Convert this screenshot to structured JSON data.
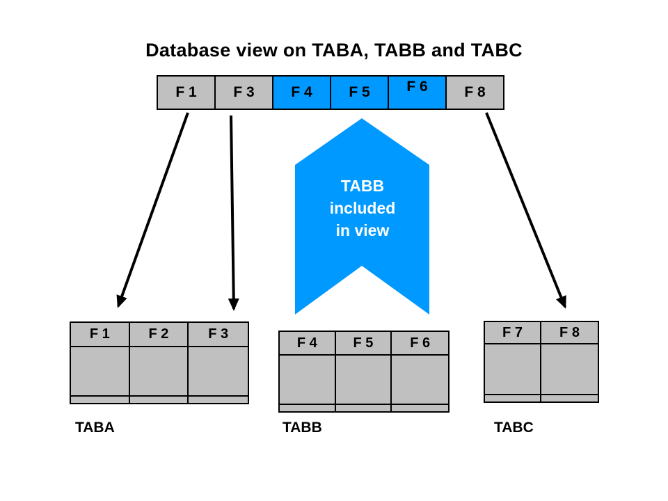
{
  "title": "Database view on TABA, TABB and TABC",
  "view_row": {
    "cells": [
      {
        "label": "F 1",
        "highlighted": false
      },
      {
        "label": "F 3",
        "highlighted": false
      },
      {
        "label": "F 4",
        "highlighted": true
      },
      {
        "label": "F 5",
        "highlighted": true
      },
      {
        "label": "F 6",
        "highlighted": true
      },
      {
        "label": "F 8",
        "highlighted": false
      }
    ]
  },
  "banner": {
    "line1": "TABB",
    "line2": "included",
    "line3": "in view"
  },
  "tables": [
    {
      "name": "TABA",
      "columns": [
        "F 1",
        "F 2",
        "F 3"
      ]
    },
    {
      "name": "TABB",
      "columns": [
        "F 4",
        "F 5",
        "F 6"
      ]
    },
    {
      "name": "TABC",
      "columns": [
        "F 7",
        "F 8"
      ]
    }
  ],
  "colors": {
    "cell_gray": "#C0C0C0",
    "highlight_blue": "#0099FF",
    "border": "#000000",
    "text_on_blue": "#FFFFFF",
    "background": "#FFFFFF"
  }
}
